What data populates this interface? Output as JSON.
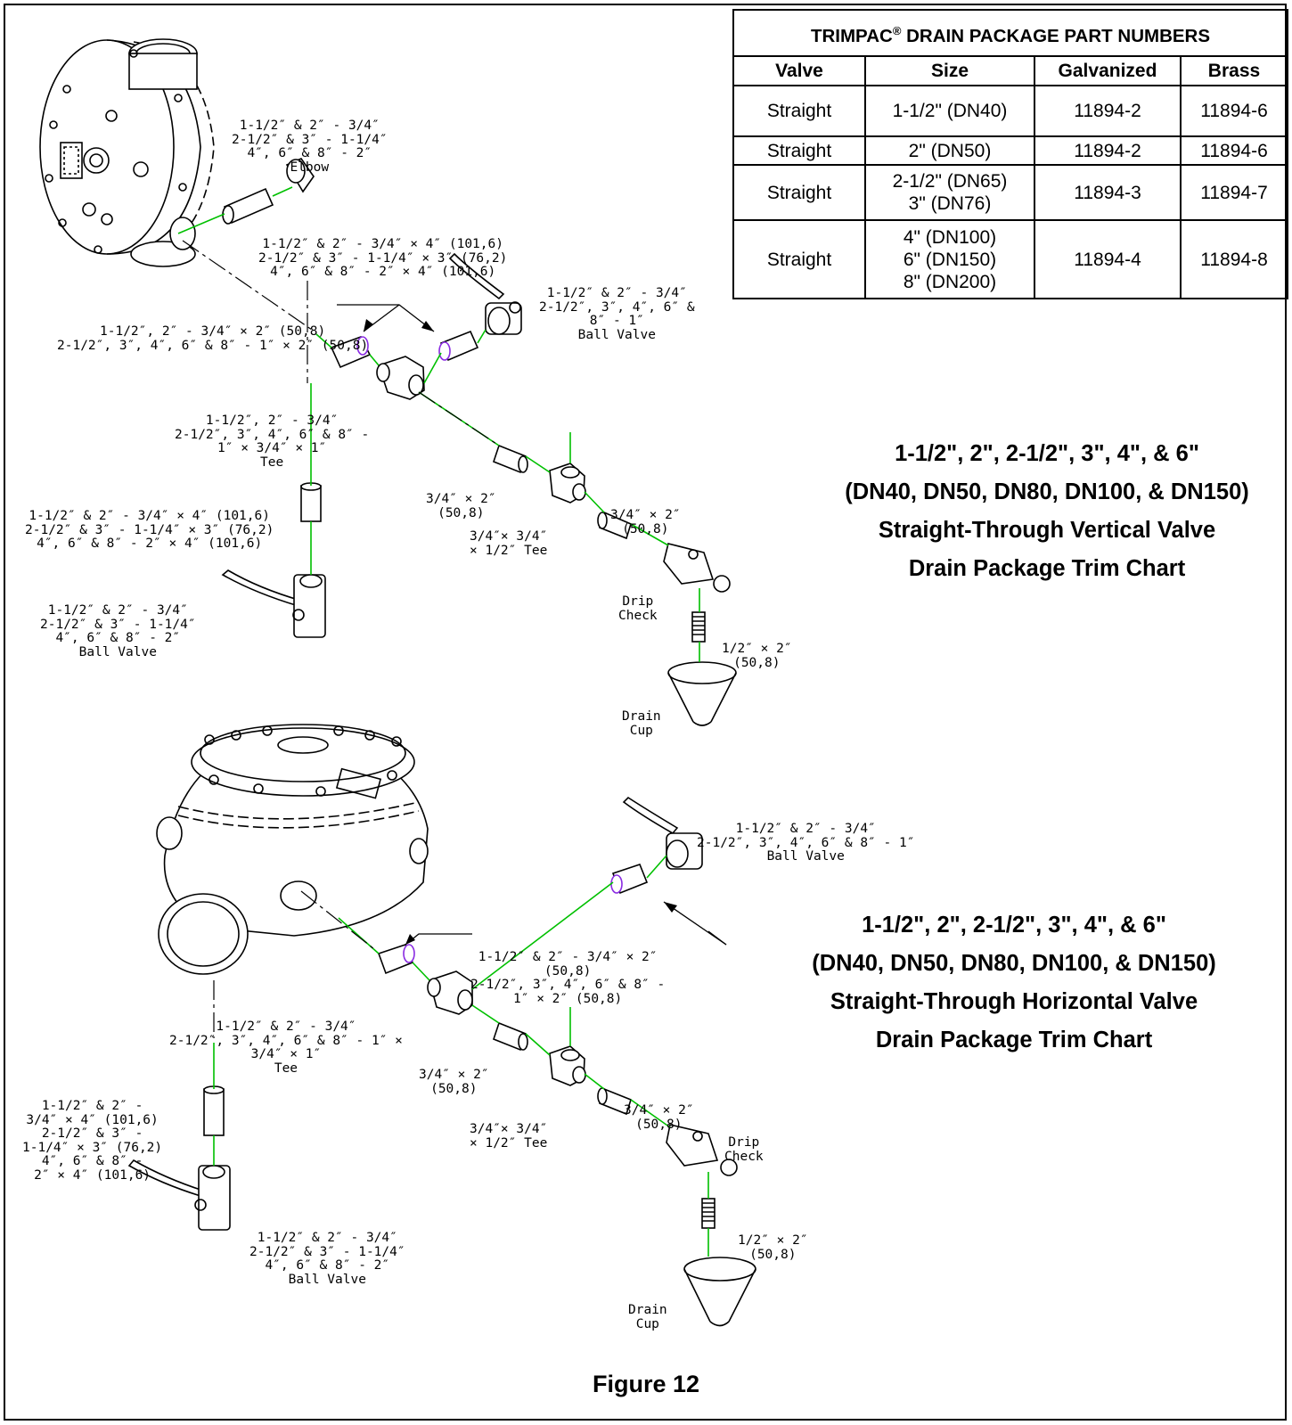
{
  "table": {
    "title_main": "TRIMPAC",
    "title_reg": "®",
    "title_rest": " DRAIN PACKAGE PART NUMBERS",
    "headers": [
      "Valve",
      "Size",
      "Galvanized",
      "Brass"
    ],
    "rows": [
      {
        "valve": "Straight",
        "size": [
          "1-1/2\" (DN40)"
        ],
        "galvanized": "11894-2",
        "brass": "11894-6"
      },
      {
        "valve": "Straight",
        "size": [
          "2\" (DN50)"
        ],
        "galvanized": "11894-2",
        "brass": "11894-6"
      },
      {
        "valve": "Straight",
        "size": [
          "2-1/2\" (DN65)",
          "3\" (DN76)"
        ],
        "galvanized": "11894-3",
        "brass": "11894-7"
      },
      {
        "valve": "Straight",
        "size": [
          "4\" (DN100)",
          "6\" (DN150)",
          "8\" (DN200)"
        ],
        "galvanized": "11894-4",
        "brass": "11894-8"
      }
    ]
  },
  "vertical_title": [
    "1-1/2\", 2\", 2-1/2\", 3\", 4\", & 6\"",
    "(DN40, DN50, DN80, DN100, & DN150)",
    "Straight-Through Vertical Valve",
    "Drain Package Trim Chart"
  ],
  "horizontal_title": [
    "1-1/2\", 2\", 2-1/2\", 3\", 4\", & 6\"",
    "(DN40, DN50, DN80, DN100, & DN150)",
    "Straight-Through Horizontal Valve",
    "Drain Package Trim Chart"
  ],
  "figure_caption": "Figure 12",
  "callouts_top": {
    "elbow": [
      "1-1/2″ & 2″ - 3/4″",
      "2-1/2″ & 3″ - 1-1/4″",
      "4″, 6″ & 8″ - 2″",
      "Elbow"
    ],
    "nipple_elbow": [
      "1-1/2″ & 2″ - 3/4″ × 4″ (101,6)",
      "2-1/2″ & 3″ - 1-1/4″ × 3″ (76,2)",
      "4″, 6″ & 8″ - 2″ × 4″ (101,6)"
    ],
    "ball_valve_right": [
      "1-1/2″ & 2″ - 3/4″",
      "2-1/2″, 3″, 4″, 6″ &",
      "8″ - 1″",
      "Ball Valve"
    ],
    "nipples_2in": [
      "1-1/2″, 2″ - 3/4″ × 2″ (50,8)",
      "2-1/2″, 3″, 4″, 6″ & 8″ - 1″ × 2″ (50,8)"
    ],
    "tee": [
      "1-1/2″, 2″ - 3/4″",
      "2-1/2″, 3″, 4″, 6″ & 8″ -",
      "1″ × 3/4″ × 1″",
      "Tee"
    ],
    "nipple_34_left": [
      "3/4″ × 2″",
      "(50,8)"
    ],
    "small_tee": [
      "3/4″× 3/4″",
      "× 1/2″ Tee"
    ],
    "nipple_34_right": [
      "3/4″ × 2″",
      "(50,8)"
    ],
    "nipple_vertical": [
      "1-1/2″ & 2″ - 3/4″ × 4″ (101,6)",
      "2-1/2″ & 3″ - 1-1/4″ × 3″ (76,2)",
      "4″, 6″ & 8″ - 2″ × 4″ (101,6)"
    ],
    "ball_valve_left": [
      "1-1/2″ & 2″ - 3/4″",
      "2-1/2″ & 3″ - 1-1/4″",
      "4″, 6″ & 8″ - 2″",
      "Ball Valve"
    ],
    "drip_check": [
      "Drip",
      "Check"
    ],
    "nipple_12": [
      "1/2″ × 2″",
      "(50,8)"
    ],
    "drain_cup": [
      "Drain",
      "Cup"
    ]
  },
  "callouts_bottom": {
    "ball_valve_right": [
      "1-1/2″ & 2″ - 3/4″",
      "2-1/2″, 3″, 4″, 6″ & 8″ - 1″",
      "Ball Valve"
    ],
    "nipples_2in": [
      "1-1/2″ & 2″ - 3/4″ × 2″",
      "(50,8)",
      "2-1/2″, 3″, 4″, 6″ & 8″ -",
      "1″ × 2″ (50,8)"
    ],
    "tee": [
      "1-1/2″ & 2″ - 3/4″",
      "2-1/2″, 3″, 4″, 6″ & 8″ - 1″ ×",
      "3/4″ × 1″",
      "Tee"
    ],
    "nipple_34_left": [
      "3/4″ × 2″",
      "(50,8)"
    ],
    "small_tee": [
      "3/4″× 3/4″",
      "× 1/2″ Tee"
    ],
    "nipple_34_right": [
      "3/4″ × 2″",
      "(50,8)"
    ],
    "drip_check": [
      "Drip",
      "Check"
    ],
    "nipple_vertical": [
      "1-1/2″ & 2″ -",
      "3/4″ × 4″ (101,6)",
      "2-1/2″ & 3″ -",
      "1-1/4″ × 3″ (76,2)",
      "4″, 6″ & 8″ -",
      "2″ × 4″ (101,6)"
    ],
    "ball_valve_left": [
      "1-1/2″ & 2″ - 3/4″",
      "2-1/2″ & 3″ - 1-1/4″",
      "4″, 6″ & 8″ - 2″",
      "Ball Valve"
    ],
    "nipple_12": [
      "1/2″ × 2″",
      "(50,8)"
    ],
    "drain_cup": [
      "Drain",
      "Cup"
    ]
  }
}
